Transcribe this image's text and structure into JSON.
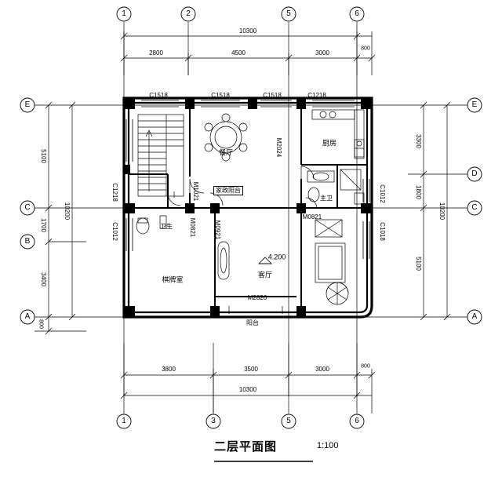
{
  "drawing": {
    "title": "二层平面图",
    "scale": "1:100",
    "level_mark": "4.200"
  },
  "grid": {
    "top_axis_labels": [
      "1",
      "2",
      "5",
      "6"
    ],
    "bottom_axis_labels": [
      "1",
      "3",
      "5",
      "6"
    ],
    "left_axis_labels": [
      "E",
      "C",
      "B",
      "A"
    ],
    "right_axis_labels": [
      "E",
      "D",
      "C",
      "A"
    ]
  },
  "dimensions": {
    "top_total": "10300",
    "top_segments": [
      "2800",
      "4500",
      "3000",
      "800"
    ],
    "bottom_total": "10300",
    "bottom_segments": [
      "3800",
      "3500",
      "3000",
      "800"
    ],
    "left_total": "10200",
    "left_segments": [
      "5100",
      "1700",
      "3400",
      "800"
    ],
    "right_total": "10200",
    "right_segments": [
      "3300",
      "1800",
      "5100"
    ]
  },
  "windows": {
    "top": [
      "C1518",
      "C1518",
      "C1518",
      "C1218"
    ],
    "left": [
      "C1218",
      "C1012"
    ],
    "right": [
      "C1012",
      "C1018"
    ]
  },
  "doors": {
    "labels": [
      "M2024",
      "M1021",
      "M0821",
      "M0921",
      "M0821",
      "M2826"
    ]
  },
  "rooms": [
    {
      "name": "餐厅",
      "label": "餐厅"
    },
    {
      "name": "厨房",
      "label": "厨房"
    },
    {
      "name": "家政阳台",
      "label": "家政阳台"
    },
    {
      "name": "卫生间",
      "label": "卫生"
    },
    {
      "name": "主卫",
      "label": "主卫"
    },
    {
      "name": "棋牌室",
      "label": "棋牌室"
    },
    {
      "name": "客厅",
      "label": "客厅"
    },
    {
      "name": "阳台",
      "label": "阳台"
    }
  ]
}
